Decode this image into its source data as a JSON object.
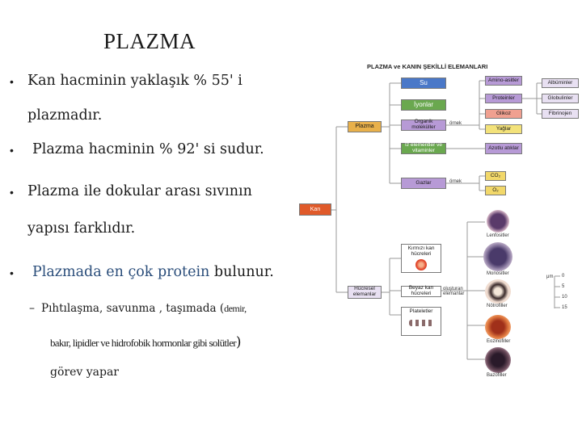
{
  "title": "PLAZMA",
  "bullets": [
    {
      "line1": "Kan hacminin yaklaşık % 55' i",
      "line2": "plazmadır."
    },
    {
      "line1": "Plazma hacminin % 92' si sudur."
    },
    {
      "line1": "Plazma ile dokular arası sıvının",
      "line2": "yapısı farklıdır."
    },
    {
      "pre": "Plazmada en çok protein",
      "post": " bulunur."
    }
  ],
  "sub_bullet": {
    "dash": "–",
    "part1": "Pıhtılaşma, savunma , taşımada (",
    "part2": "demir,",
    "part3": "bakır, lipidler ve hidrofobik hormonlar gibi solütler",
    "part4": ")",
    "part5": "görev yapar"
  },
  "diagram": {
    "title": "PLAZMA ve KANIN ŞEKİLLİ ELEMANLARI",
    "kan": "Kan",
    "plazma": "Plazma",
    "su": "Su",
    "iyonlar": "İyonlar",
    "organik": "Organik moleküller",
    "iz": "İz elementler ve vitaminler",
    "gazlar": "Gazlar",
    "ornek1": "örnek",
    "ornek2": "örnek",
    "amino": "Amino-asitler",
    "proteinler": "Proteinler",
    "glikoz": "Glikoz",
    "yaglar": "Yağlar",
    "azotlu": "Azotlu atıklar",
    "albuminler": "Albüminler",
    "globulinler": "Globulinler",
    "fibrinojen": "Fibrinojen",
    "co2": "CO₂",
    "o2": "O₂",
    "hucresel": "Hücresel elemanlar",
    "kirmizi": "Kırmızı kan hücreleri",
    "beyaz": "Beyaz kan hücreleri",
    "plateletler": "Plateletler",
    "olusturan": "oluşturan elemanlar",
    "lenfositler": "Lenfositler",
    "monositler": "Monositler",
    "notrofiller": "Nötrofiller",
    "eozinofiller": "Eozinofiller",
    "bazofiller": "Bazofiller",
    "scale_unit": "μm",
    "scale_ticks": [
      "0",
      "5",
      "10",
      "15"
    ],
    "colors": {
      "kan": "#e05a2a",
      "plazma": "#e8b04a",
      "su": "#4a78c8",
      "iyonlar": "#6aa84f",
      "glikoz": "#f0a090",
      "yaglar": "#f3e27a",
      "co2": "#f2d86a",
      "purple": "#b79ad6"
    }
  }
}
